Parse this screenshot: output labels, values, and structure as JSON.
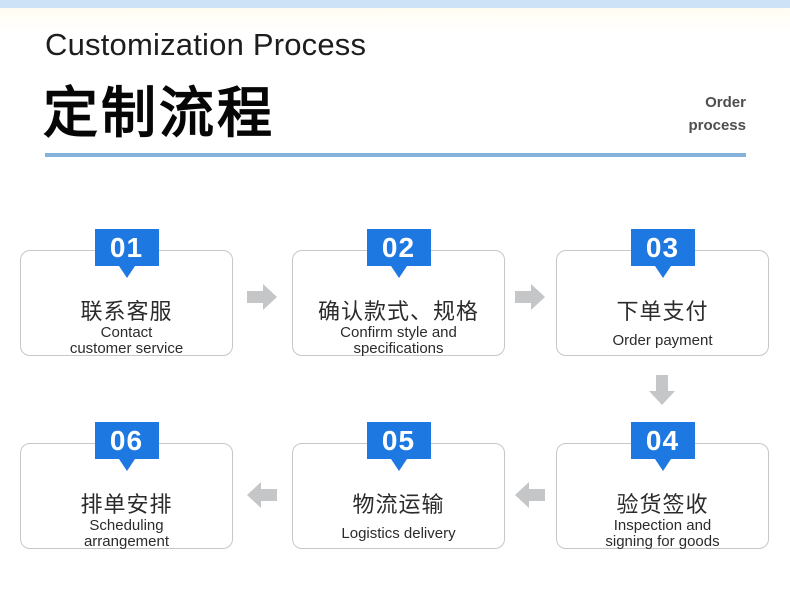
{
  "header": {
    "title_en": "Customization Process",
    "title_cn": "定制流程",
    "side_label": "Order\nprocess"
  },
  "steps": [
    {
      "number": "01",
      "title_cn": "联系客服",
      "title_en": "Contact\ncustomer service"
    },
    {
      "number": "02",
      "title_cn": "确认款式、规格",
      "title_en": "Confirm style and\nspecifications"
    },
    {
      "number": "03",
      "title_cn": "下单支付",
      "title_en": "Order payment"
    },
    {
      "number": "04",
      "title_cn": "验货签收",
      "title_en": "Inspection and\nsigning for goods"
    },
    {
      "number": "05",
      "title_cn": "物流运输",
      "title_en": "Logistics delivery"
    },
    {
      "number": "06",
      "title_cn": "排单安排",
      "title_en": "Scheduling\narrangement"
    }
  ],
  "flow": {
    "order": [
      "01",
      "02",
      "03",
      "04",
      "05",
      "06"
    ],
    "arrow_directions": [
      "right",
      "right",
      "down",
      "left",
      "left"
    ]
  },
  "colors": {
    "badge_blue": "#1d78e2",
    "arrow_gray": "#c5c6c8",
    "card_border": "#c6c7c9",
    "divider_blue": "#85b2da",
    "topbar_blue": "#cde2f7"
  }
}
